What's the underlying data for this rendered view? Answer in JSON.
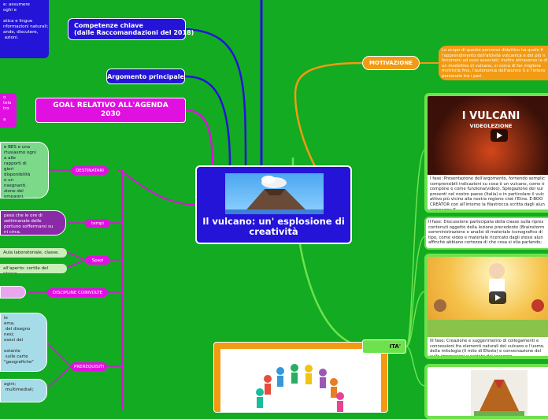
{
  "central": {
    "title": "Il vulcano: un' esplosione di creatività"
  },
  "left": {
    "competenze": "Competenze chiave\n(dalle Raccomandazioni del 2018)",
    "competenze_note": "e: assumere\noghi e\n\natica e lingue\nnformazioni naturali;\nande, discutere,\n azioni.",
    "argomento": "Argomento principale",
    "goal": "GOAL RELATIVO ALL'AGENDA 2030",
    "goal_note": "o\ntela\ntro\n\na",
    "destinatari": "DESTINATARI",
    "destinatari_note": "e BES e una\nrtusiasmo ogni\na alle\nrapporti di\ngiori\ndisponibilità\no un\nnsegnanti.\nzione del\nompagni.",
    "tempi": "tempi",
    "tempi_note": "peso che le ore di\nsettimanale delle\nportuno soffermarsi su\nni circa.",
    "spazi": "Spazi",
    "spazi_note1": "Aula laboratoriale,  classe.",
    "spazi_note2": "all'aperto: cortile del plesso.",
    "discipline": "DISCIPLINE COINVOLTE",
    "prerequisiti": "PREREQUISITI",
    "prereq_note1": "le\nema.\n del disegno\nnesi;\nosesi dei\n\nostante\n sulle carte\n\"geografiche\"",
    "prereq_note2": "agini;\n multimediali;"
  },
  "right": {
    "motivazione": "MOTIVAZIONE",
    "motivazione_note": "Lo scopo di  questo percorso didattico ha quale fi l'apprendimento dell'attività vulcanica e del più n fenomeni ad esso associati; inoltre attraverso la di un modellino di vulcano, si cerca di far migliora motricità fine, l'autonomia dell'alunno S e l'intera personale tra i pari.",
    "attivita": "ITA'",
    "video1_title": "I VULCANI",
    "video1_sub": "VIDEOLEZIONE",
    "fase1": "I fase: Presentazione dell'argomento, fornendo semplic comprensibili indicazioni su cosa è un vulcano, come è compone e come funziona(video). Spiegazione dei vul presenti nel nostro paese (Italia) e in particolare il vulc attivo più vicino alla nostra regione cioè l'Etna. E-BOO CREATOR con all'interno la filastrocca scritta dagli alun compagna S.",
    "fase2": "II fase: Discussione partecipata della classe sulla ripres contenuti oggetto della lezione precedente (Brainstorm somministrazione e analisi di materiale iconografico di tipo, come video e materiale ricercato dagli stessi alun affinché abbiano certezza di che cosa si stia parlando;",
    "fase3": "III fase: Creazione e suggerimento di collegamenti e connessioni fra elementi naturali del vulcano e l'uomo. della mitologia (Il mito di Efesto) e conversazione del sulle impressioni suscitate dal racconto."
  },
  "colors": {
    "background": "#12ab22",
    "blue_node": "#2414d8",
    "magenta": "#e010e0",
    "orange": "#f39a13",
    "green_card": "#6ee24e"
  }
}
